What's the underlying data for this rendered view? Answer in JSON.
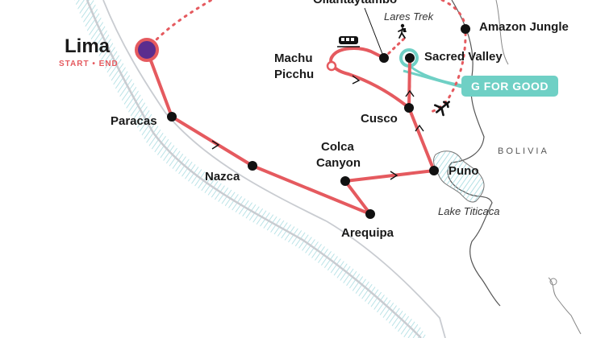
{
  "colors": {
    "route": "#e55a5f",
    "stop": "#111111",
    "endpoint": "#5b2d8e",
    "coast": "#c9ccd1",
    "water_hatch": "#9fd8de",
    "border": "#555555",
    "highlight": "#6fd0c5"
  },
  "places": {
    "lima": "Lima",
    "lima_note": "START • END",
    "ollantaytambo": "Ollantaytambo",
    "lares_trek": "Lares Trek",
    "amazon_jungle": "Amazon Jungle",
    "machu_picchu_line1": "Machu",
    "machu_picchu_line2": "Picchu",
    "sacred_valley": "Sacred Valley",
    "paracas": "Paracas",
    "cusco": "Cusco",
    "colca_line1": "Colca",
    "colca_line2": "Canyon",
    "nazca": "Nazca",
    "puno": "Puno",
    "lake_titicaca": "Lake Titicaca",
    "arequipa": "Arequipa",
    "bolivia": "BOLIVIA"
  },
  "badge": {
    "label": "G FOR GOOD"
  },
  "icons": {
    "train": "train-icon",
    "hiker": "hiker-icon",
    "plane": "plane-icon"
  }
}
